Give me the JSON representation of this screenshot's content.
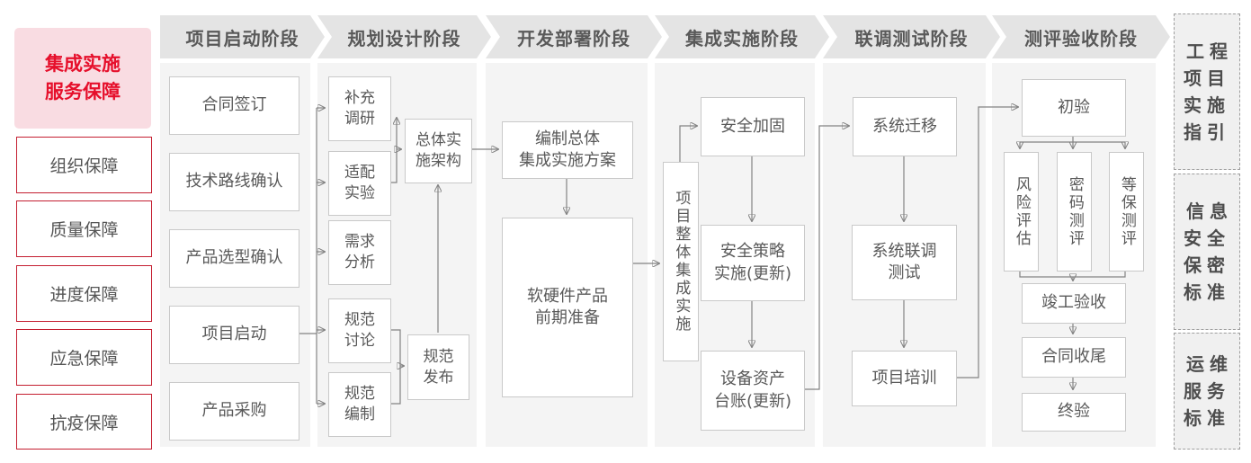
{
  "sidebar": {
    "title": "集成实施\n服务保障",
    "items": [
      {
        "label": "组织保障"
      },
      {
        "label": "质量保障"
      },
      {
        "label": "进度保障"
      },
      {
        "label": "应急保障"
      },
      {
        "label": "抗疫保障"
      }
    ]
  },
  "phases": [
    {
      "label": "项目启动阶段",
      "boxes": [
        {
          "label": "合同签订"
        },
        {
          "label": "技术路线确认"
        },
        {
          "label": "产品选型确认"
        },
        {
          "label": "项目启动"
        },
        {
          "label": "产品采购"
        }
      ]
    },
    {
      "label": "规划设计阶段",
      "boxes": [
        {
          "label": "补充\n调研"
        },
        {
          "label": "适配\n实验"
        },
        {
          "label": "需求\n分析"
        },
        {
          "label": "规范\n讨论"
        },
        {
          "label": "规范\n编制"
        },
        {
          "label": "总体实\n施架构"
        },
        {
          "label": "规范\n发布"
        }
      ]
    },
    {
      "label": "开发部署阶段",
      "boxes": [
        {
          "label": "编制总体\n集成实施方案"
        },
        {
          "label": "软硬件产品\n前期准备"
        }
      ]
    },
    {
      "label": "集成实施阶段",
      "boxes": [
        {
          "label": "项目整体集成实施"
        },
        {
          "label": "安全加固"
        },
        {
          "label": "安全策略\n实施(更新)"
        },
        {
          "label": "设备资产\n台账(更新)"
        }
      ]
    },
    {
      "label": "联调测试阶段",
      "boxes": [
        {
          "label": "系统迁移"
        },
        {
          "label": "系统联调\n测试"
        },
        {
          "label": "项目培训"
        }
      ]
    },
    {
      "label": "测评验收阶段",
      "boxes": [
        {
          "label": "初验"
        },
        {
          "label": "风险评估"
        },
        {
          "label": "密码测评"
        },
        {
          "label": "等保测评"
        },
        {
          "label": "竣工验收"
        },
        {
          "label": "合同收尾"
        },
        {
          "label": "终验"
        }
      ]
    }
  ],
  "standards": [
    {
      "label": "工程\n项目\n实施\n指引"
    },
    {
      "label": "信息\n安全\n保密\n标准"
    },
    {
      "label": "运维\n服务\n标准"
    }
  ],
  "colors": {
    "accent_red": "#e60f2b",
    "red_border": "#c41e30",
    "pink_bg": "#f9dce2",
    "header_bg": "#e4e4e4",
    "panel_bg": "#f4f4f4",
    "node_border": "#c9c9c9",
    "wire": "#828282",
    "text": "#595959"
  }
}
